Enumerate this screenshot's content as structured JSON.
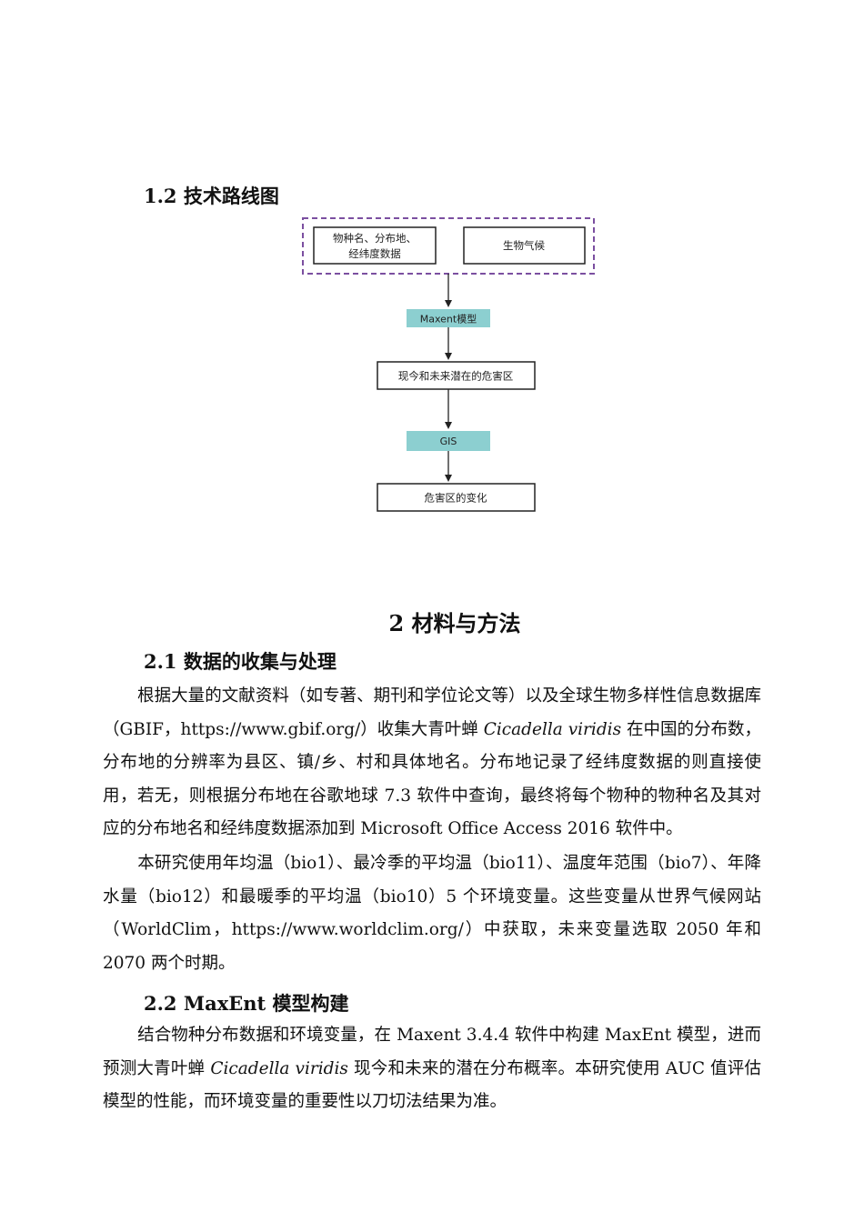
{
  "section_1_2": {
    "title": "1.2 技术路线图"
  },
  "flowchart": {
    "box_species": [
      "物种名、分布地、",
      "经纬度数据"
    ],
    "box_climate": "生物气候",
    "label_maxent": "Maxent模型",
    "box_current_future": "现今和未来潜在的危害区",
    "label_gis": "GIS",
    "box_change": "危害区的变化",
    "colors": {
      "dashed_border": "#7b4fa0",
      "teal_label": "#8ccfd0",
      "box_border": "#222222"
    }
  },
  "section_2": {
    "title": "2 材料与方法"
  },
  "section_2_1": {
    "title": "2.1 数据的收集与处理",
    "p1": {
      "a": "根据大量的文献资料（如专著、期刊和学位论文等）以及全球生物多样性信息数据库（GBIF，https://www.gbif.org/）收集大青叶蝉 ",
      "species": "Cicadella viridis",
      "b": " 在中国的分布数，分布地的分辨率为县区、镇/乡、村和具体地名。分布地记录了经纬度数据的则直接使用，若无，则根据分布地在谷歌地球 7.3 软件中查询，最终将每个物种的物种名及其对应的分布地名和经纬度数据添加到 Microsoft Office Access 2016 软件中。"
    },
    "p2": "本研究使用年均温（bio1）、最冷季的平均温（bio11）、温度年范围（bio7）、年降水量（bio12）和最暖季的平均温（bio10）5 个环境变量。这些变量从世界气候网站（WorldClim，https://www.worldclim.org/）中获取，未来变量选取 2050 年和 2070 两个时期。"
  },
  "section_2_2": {
    "title": "2.2 MaxEnt 模型构建",
    "p1": {
      "a": "结合物种分布数据和环境变量，在 Maxent 3.4.4 软件中构建 MaxEnt 模型，进而预测大青叶蝉 ",
      "species": "Cicadella viridis",
      "b": " 现今和未来的潜在分布概率。本研究使用 AUC 值评估模型的性能，而环境变量的重要性以刀切法结果为准。"
    }
  }
}
